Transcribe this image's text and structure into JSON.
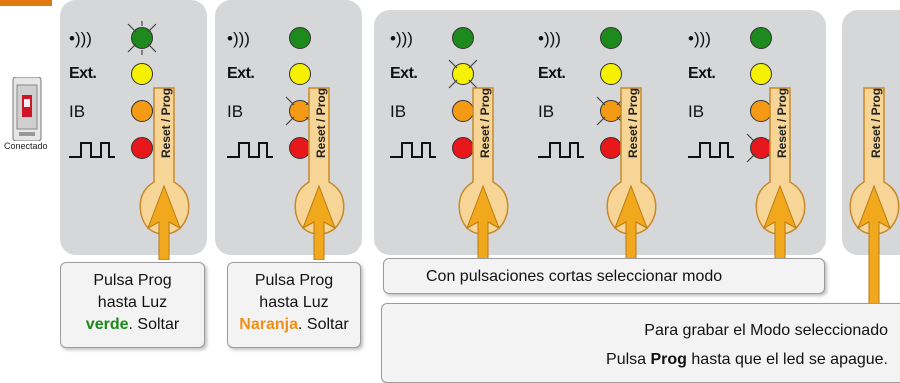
{
  "device": {
    "caption": "Conectado"
  },
  "labels": {
    "wireless": "•)))",
    "ext": "Ext.",
    "ib": "IB"
  },
  "button_label": "Reset / Prog",
  "steps": {
    "step1": {
      "line1": "Pulsa Prog",
      "line2": "hasta Luz",
      "color_word": "verde",
      "tail": ". Soltar"
    },
    "step2": {
      "line1": "Pulsa Prog",
      "line2": "hasta Luz",
      "color_word": "Naranja",
      "tail": ". Soltar"
    },
    "select_mode": "Con pulsaciones cortas seleccionar modo",
    "save": {
      "line1": "Para grabar el Modo seleccionado",
      "line2_prefix": "Pulsa ",
      "line2_bold": "Prog",
      "line2_suffix": " hasta que el led se apague."
    }
  },
  "colors": {
    "panel": "#d6d7d9",
    "green": "#1e8a1e",
    "yellow": "#f6f100",
    "orange": "#f59a14",
    "red": "#e8171c",
    "arrow": "#f2a81d",
    "button": "#f7d596"
  },
  "blinking_led": {
    "panel1": "green",
    "panel2": "orange",
    "panel3": "yellow",
    "panel4": "orange",
    "panel5": "red"
  }
}
